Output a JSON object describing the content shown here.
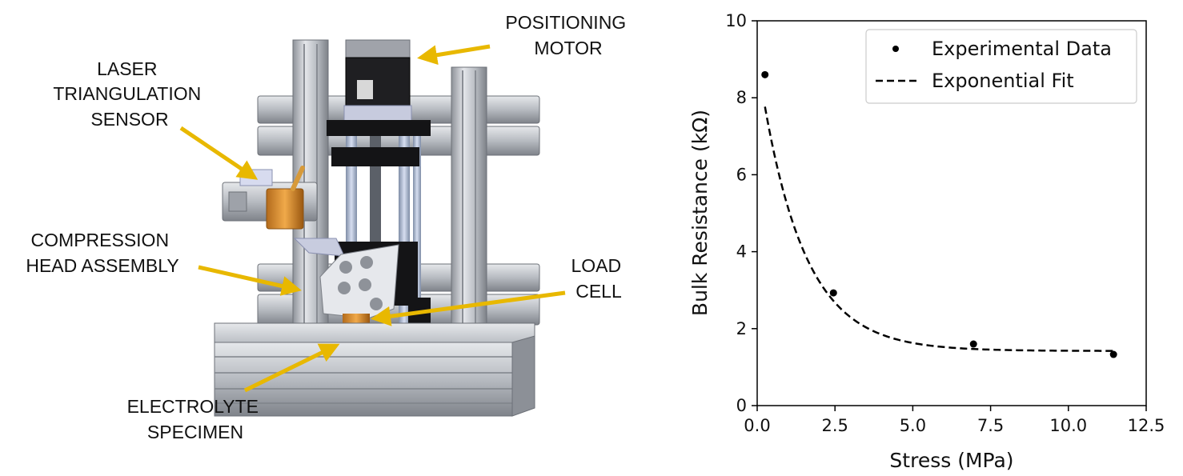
{
  "diagram": {
    "labels": {
      "positioning_motor": [
        "POSITIONING",
        "MOTOR"
      ],
      "laser_sensor": [
        "LASER",
        "TRIANGULATION",
        "SENSOR"
      ],
      "compression_head": [
        "COMPRESSION",
        "HEAD ASSEMBLY"
      ],
      "load_cell": [
        "LOAD",
        "CELL"
      ],
      "electrolyte_specimen": [
        "ELECTROLYTE",
        "SPECIMEN"
      ]
    },
    "arrow_color": "#e8b800"
  },
  "chart_data": {
    "type": "scatter",
    "xlabel": "Stress (MPa)",
    "ylabel": "Bulk Resistance (kΩ)",
    "xlim": [
      0,
      12.5
    ],
    "ylim": [
      0,
      10
    ],
    "x_ticks": [
      "0.0",
      "2.5",
      "5.0",
      "7.5",
      "10.0",
      "12.5"
    ],
    "y_ticks": [
      "0",
      "2",
      "4",
      "6",
      "8",
      "10"
    ],
    "grid": false,
    "legend_position": "top-right",
    "series": [
      {
        "name": "Experimental Data",
        "style": "points",
        "x": [
          0.25,
          2.45,
          6.95,
          11.45
        ],
        "y": [
          8.6,
          2.93,
          1.6,
          1.33
        ]
      },
      {
        "name": "Exponential Fit",
        "style": "dashed-line",
        "model": {
          "a": 7.6,
          "b": 0.72,
          "c": 1.42
        },
        "x_range": [
          0.25,
          11.45
        ]
      }
    ]
  }
}
